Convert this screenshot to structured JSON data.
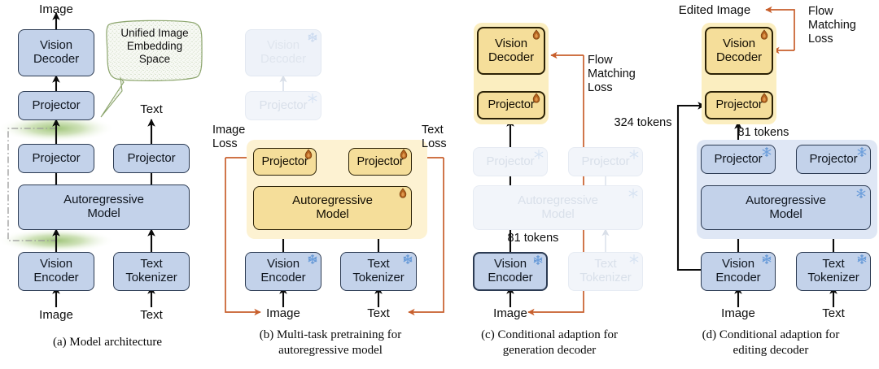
{
  "figure": {
    "title": "Unified multimodal model architecture and training stages",
    "colors": {
      "blue_fill": "#c3d2ea",
      "blue_stroke": "#2b3a52",
      "gold_fill": "#f5de9a",
      "gold_stroke": "#2b2105",
      "group_gold": "#fdf2d2",
      "group_blue": "#dfe7f5",
      "orange_arrow": "#d4622c",
      "black_arrow": "#0b0b0b",
      "green_glow": "#6b9b3f",
      "flame_icon": "#b5641e",
      "snowflake_icon": "#7aa6dd"
    }
  },
  "panels": [
    {
      "id": "a",
      "caption": "(a) Model architecture",
      "boxes": [
        {
          "name": "vision-decoder",
          "label": "Vision\nDecoder",
          "state": "trainable",
          "icon": "none"
        },
        {
          "name": "projector-decoder",
          "label": "Projector",
          "state": "trainable",
          "icon": "none"
        },
        {
          "name": "projector-image",
          "label": "Projector",
          "state": "trainable",
          "icon": "none"
        },
        {
          "name": "projector-text",
          "label": "Projector",
          "state": "trainable",
          "icon": "none"
        },
        {
          "name": "autoregressive-model",
          "label": "Autoregressive\nModel",
          "state": "trainable",
          "icon": "none"
        },
        {
          "name": "vision-encoder",
          "label": "Vision\nEncoder",
          "state": "trainable",
          "icon": "none"
        },
        {
          "name": "text-tokenizer",
          "label": "Text\nTokenizer",
          "state": "trainable",
          "icon": "none"
        }
      ],
      "io_labels": [
        "Image",
        "Text",
        "Image",
        "Text"
      ],
      "callout": {
        "name": "unified-embedding-callout",
        "label": "Unified Image\nEmbedding\nSpace"
      }
    },
    {
      "id": "b",
      "caption": "(b) Multi-task pretraining for\nautoregressive model",
      "boxes": [
        {
          "name": "vision-decoder",
          "label": "Vision\nDecoder",
          "state": "inactive",
          "icon": "snowflake-icon"
        },
        {
          "name": "projector-decoder",
          "label": "Projector",
          "state": "inactive",
          "icon": "snowflake-icon"
        },
        {
          "name": "projector-image",
          "label": "Projector",
          "state": "training",
          "icon": "flame-icon"
        },
        {
          "name": "projector-text",
          "label": "Projector",
          "state": "training",
          "icon": "flame-icon"
        },
        {
          "name": "autoregressive-model",
          "label": "Autoregressive\nModel",
          "state": "training",
          "icon": "flame-icon"
        },
        {
          "name": "vision-encoder",
          "label": "Vision\nEncoder",
          "state": "frozen",
          "icon": "snowflake-icon"
        },
        {
          "name": "text-tokenizer",
          "label": "Text\nTokenizer",
          "state": "frozen",
          "icon": "snowflake-icon"
        }
      ],
      "loss_labels": [
        "Image\nLoss",
        "Text\nLoss"
      ],
      "io_labels": [
        "Image",
        "Text"
      ]
    },
    {
      "id": "c",
      "caption": "(c) Conditional adaption for\ngeneration decoder",
      "boxes": [
        {
          "name": "vision-decoder",
          "label": "Vision\nDecoder",
          "state": "training",
          "icon": "flame-icon"
        },
        {
          "name": "projector-decoder",
          "label": "Projector",
          "state": "training",
          "icon": "flame-icon"
        },
        {
          "name": "projector-image",
          "label": "Projector",
          "state": "inactive",
          "icon": "snowflake-icon"
        },
        {
          "name": "projector-text",
          "label": "Projector",
          "state": "inactive",
          "icon": "snowflake-icon"
        },
        {
          "name": "autoregressive-model",
          "label": "Autoregressive\nModel",
          "state": "inactive",
          "icon": "snowflake-icon"
        },
        {
          "name": "vision-encoder",
          "label": "Vision\nEncoder",
          "state": "frozen",
          "icon": "snowflake-icon"
        },
        {
          "name": "text-tokenizer",
          "label": "Text\nTokenizer",
          "state": "inactive",
          "icon": "snowflake-icon"
        }
      ],
      "loss_label": "Flow\nMatching\nLoss",
      "token_label": "81 tokens",
      "io_labels": [
        "Image"
      ]
    },
    {
      "id": "d",
      "caption": "(d) Conditional adaption for\nediting decoder",
      "boxes": [
        {
          "name": "vision-decoder",
          "label": "Vision\nDecoder",
          "state": "training",
          "icon": "flame-icon"
        },
        {
          "name": "projector-decoder",
          "label": "Projector",
          "state": "training",
          "icon": "flame-icon"
        },
        {
          "name": "projector-image",
          "label": "Projector",
          "state": "frozen",
          "icon": "snowflake-icon"
        },
        {
          "name": "projector-text",
          "label": "Projector",
          "state": "frozen",
          "icon": "snowflake-icon"
        },
        {
          "name": "autoregressive-model",
          "label": "Autoregressive\nModel",
          "state": "frozen",
          "icon": "snowflake-icon"
        },
        {
          "name": "vision-encoder",
          "label": "Vision\nEncoder",
          "state": "frozen",
          "icon": "snowflake-icon"
        },
        {
          "name": "text-tokenizer",
          "label": "Text\nTokenizer",
          "state": "frozen",
          "icon": "snowflake-icon"
        }
      ],
      "loss_label": "Flow\nMatching\nLoss",
      "token_labels": [
        "324 tokens",
        "81 tokens"
      ],
      "output_label": "Edited Image",
      "io_labels": [
        "Image",
        "Text"
      ]
    }
  ],
  "text": {
    "image": "Image",
    "text": "Text",
    "vision_decoder": "Vision\nDecoder",
    "vision_encoder": "Vision\nEncoder",
    "text_tokenizer": "Text\nTokenizer",
    "projector": "Projector",
    "autoregressive_model": "Autoregressive\nModel",
    "unified_space": "Unified Image\nEmbedding\nSpace",
    "image_loss": "Image\nLoss",
    "text_loss": "Text\nLoss",
    "flow_matching_loss": "Flow\nMatching\nLoss",
    "tokens_81": "81 tokens",
    "tokens_324": "324 tokens",
    "edited_image": "Edited Image",
    "caption_a": "(a) Model architecture",
    "caption_b": "(b) Multi-task pretraining for\nautoregressive model",
    "caption_c": "(c) Conditional adaption for\ngeneration decoder",
    "caption_d": "(d) Conditional adaption for\nediting decoder"
  }
}
